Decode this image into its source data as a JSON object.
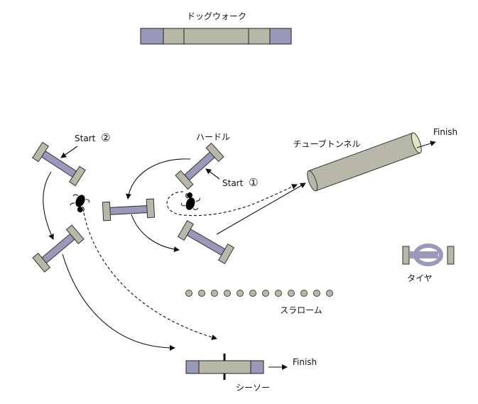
{
  "diagram": {
    "title": "Dog agility course map",
    "obstacles": {
      "dogwalk": {
        "label": "ドッグウォーク"
      },
      "hurdle": {
        "label": "ハードル"
      },
      "tunnel": {
        "label": "チューブトンネル"
      },
      "tire": {
        "label": "タイヤ"
      },
      "slalom": {
        "label": "スラローム",
        "pole_count": 12
      },
      "seesaw": {
        "label": "シーソー"
      }
    },
    "markers": {
      "start1": "Start",
      "start1_num": "①",
      "start2": "Start",
      "start2_num": "②",
      "finish_tunnel": "Finish",
      "finish_seesaw": "Finish"
    },
    "routes": [
      {
        "name": "route-1",
        "style": "solid",
        "description": "Start ① hurdle loop → tunnel"
      },
      {
        "name": "route-1-dog",
        "style": "dashed",
        "description": "dog path from Start ① → tunnel"
      },
      {
        "name": "route-2",
        "style": "solid",
        "description": "Start ② hurdles → seesaw"
      },
      {
        "name": "route-2-dog",
        "style": "dashed",
        "description": "dog path from Start ② → seesaw"
      }
    ],
    "colors": {
      "post": "#b8b8a8",
      "bar": "#9999bb",
      "tunnel_body": "#b8b8a8",
      "tunnel_opening": "#e0e6c0"
    }
  }
}
